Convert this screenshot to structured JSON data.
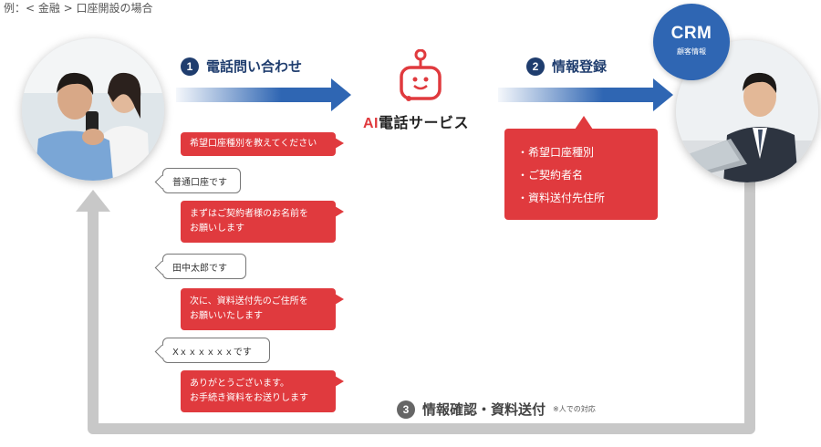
{
  "header_note": "例：< 金融 > 口座開設の場合",
  "steps": {
    "s1": {
      "num": "1",
      "label": "電話問い合わせ"
    },
    "s2": {
      "num": "2",
      "label": "情報登録"
    },
    "s3": {
      "num": "3",
      "label": "情報確認・資料送付",
      "note": "※人での対応"
    }
  },
  "logo": {
    "ai": "AI",
    "name": "電話サービス"
  },
  "crm": {
    "title": "CRM",
    "subtitle": "顧客情報"
  },
  "conversation": [
    {
      "speaker": "ai",
      "text": "希望口座種別を教えてください"
    },
    {
      "speaker": "customer",
      "text": "普通口座です"
    },
    {
      "speaker": "ai",
      "line1": "まずはご契約者様のお名前を",
      "line2": "お願いします"
    },
    {
      "speaker": "customer",
      "text": "田中太郎です"
    },
    {
      "speaker": "ai",
      "line1": "次に、資料送付先のご住所を",
      "line2": "お願いいたします"
    },
    {
      "speaker": "customer",
      "text": "Xｘｘｘｘｘｘです"
    },
    {
      "speaker": "ai",
      "line1": "ありがとうございます。",
      "line2": "お手続き資料をお送りします"
    }
  ],
  "registered_items": [
    "・希望口座種別",
    "・ご契約者名",
    "・資料送付先住所"
  ],
  "colors": {
    "accent_blue": "#1f3d6e",
    "arrow_blue": "#2f66b3",
    "bubble_red": "#e03a3e",
    "loop_gray": "#c8c8c8"
  }
}
